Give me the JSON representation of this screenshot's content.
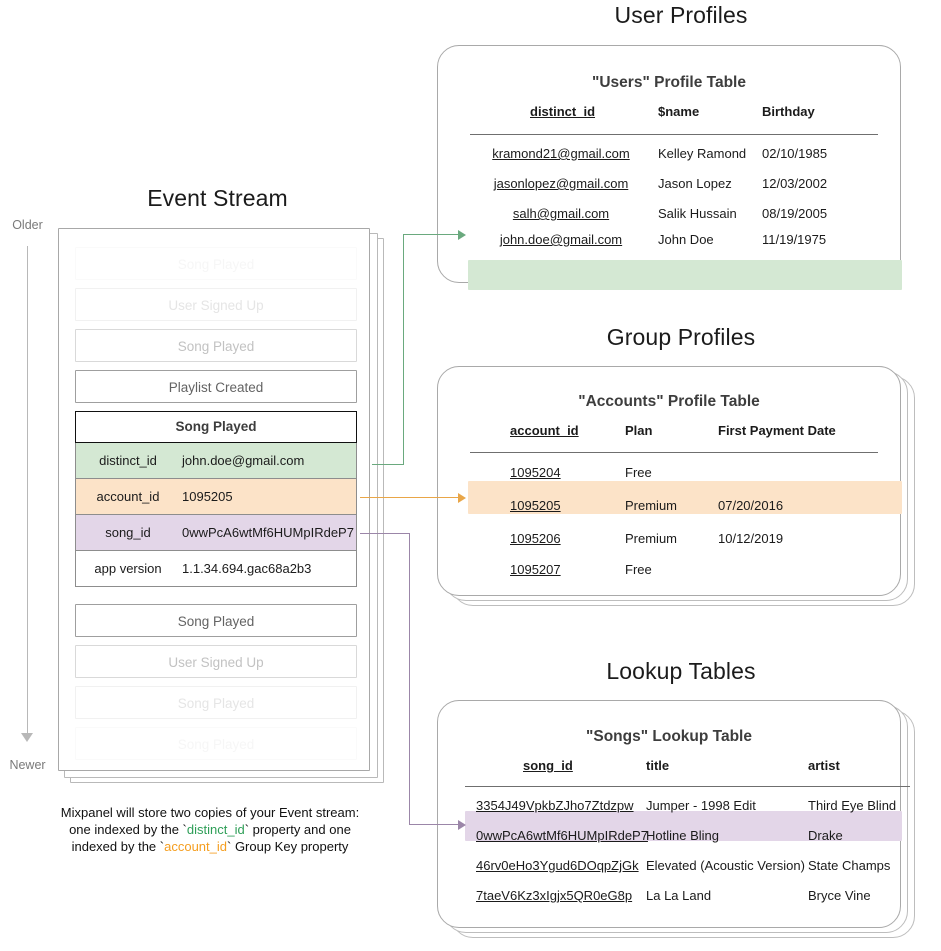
{
  "colors": {
    "green_row": "#d4e8d3",
    "orange_row": "#fce3c8",
    "purple_row": "#e3d6e8",
    "green_accent": "#2e9e57",
    "orange_accent": "#f59e1f",
    "purple_accent": "#9b86a8",
    "border_gray": "#a9a9a9"
  },
  "event_stream": {
    "title": "Event Stream",
    "timeline": {
      "older": "Older",
      "newer": "Newer"
    },
    "events_before": [
      {
        "label": "Song Played",
        "fade": "fade-18"
      },
      {
        "label": "User Signed Up",
        "fade": "fade-40"
      },
      {
        "label": "Song Played",
        "fade": "fade-70"
      },
      {
        "label": "Playlist Created",
        "fade": "fade-95"
      }
    ],
    "selected_event": {
      "name": "Song Played",
      "properties": [
        {
          "key": "distinct_id",
          "value": "john.doe@gmail.com",
          "highlight": "green"
        },
        {
          "key": "account_id",
          "value": "1095205",
          "highlight": "orange"
        },
        {
          "key": "song_id",
          "value": "0wwPcA6wtMf6HUMpIRdeP7",
          "highlight": "purple"
        },
        {
          "key": "app version",
          "value": "1.1.34.694.gac68a2b3",
          "highlight": "none"
        }
      ]
    },
    "events_after": [
      {
        "label": "Song Played",
        "fade": "fade-95"
      },
      {
        "label": "User Signed Up",
        "fade": "fade-70"
      },
      {
        "label": "Song Played",
        "fade": "fade-40"
      },
      {
        "label": "Song Played",
        "fade": "fade-18"
      }
    ],
    "caption": {
      "line1": "Mixpanel will store two copies of your Event stream:",
      "line2_pre": "one indexed by the `",
      "line2_token": "distinct_id",
      "line2_post": "` property and one",
      "line3_pre": "indexed by the `",
      "line3_token": "account_id",
      "line3_post": "` Group Key property"
    }
  },
  "user_profiles": {
    "section_title": "User Profiles",
    "table_title": "\"Users\" Profile Table",
    "columns": [
      "distinct_id",
      "$name",
      "Birthday"
    ],
    "rows": [
      {
        "distinct_id": "kramond21@gmail.com",
        "name": "Kelley Ramond",
        "birthday": "02/10/1985",
        "highlight": false
      },
      {
        "distinct_id": "jasonlopez@gmail.com",
        "name": "Jason Lopez",
        "birthday": "12/03/2002",
        "highlight": false
      },
      {
        "distinct_id": "salh@gmail.com",
        "name": "Salik Hussain",
        "birthday": "08/19/2005",
        "highlight": false
      },
      {
        "distinct_id": "john.doe@gmail.com",
        "name": "John Doe",
        "birthday": "11/19/1975",
        "highlight": true
      }
    ]
  },
  "group_profiles": {
    "section_title": "Group Profiles",
    "table_title": "\"Accounts\" Profile Table",
    "columns": [
      "account_id",
      "Plan",
      "First Payment Date"
    ],
    "rows": [
      {
        "account_id": "1095204",
        "plan": "Free",
        "first_payment_date": "",
        "highlight": false
      },
      {
        "account_id": "1095205",
        "plan": "Premium",
        "first_payment_date": "07/20/2016",
        "highlight": true
      },
      {
        "account_id": "1095206",
        "plan": "Premium",
        "first_payment_date": "10/12/2019",
        "highlight": false
      },
      {
        "account_id": "1095207",
        "plan": "Free",
        "first_payment_date": "",
        "highlight": false
      }
    ]
  },
  "lookup_tables": {
    "section_title": "Lookup Tables",
    "table_title": "\"Songs\" Lookup Table",
    "columns": [
      "song_id",
      "title",
      "artist"
    ],
    "rows": [
      {
        "song_id": "3354J49VpkbZJho7Ztdzpw",
        "title": "Jumper - 1998 Edit",
        "artist": "Third Eye Blind",
        "highlight": false
      },
      {
        "song_id": "0wwPcA6wtMf6HUMpIRdeP7",
        "title": "Hotline Bling",
        "artist": "Drake",
        "highlight": true
      },
      {
        "song_id": "46rv0eHo3Ygud6DOqpZjGk",
        "title": "Elevated (Acoustic Version)",
        "artist": "State Champs",
        "highlight": false
      },
      {
        "song_id": "7taeV6Kz3xIgjx5QR0eG8p",
        "title": "La La Land",
        "artist": "Bryce Vine",
        "highlight": false
      }
    ]
  }
}
